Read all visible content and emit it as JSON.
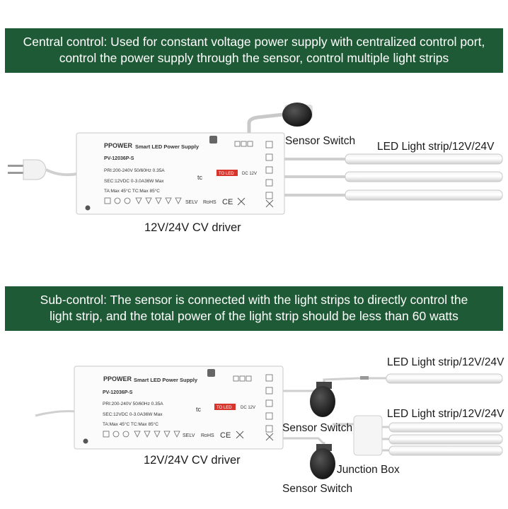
{
  "section_central": {
    "banner_line1": "Central control: Used for constant voltage power supply with centralized control port,",
    "banner_line2": "control the power supply through the sensor, control multiple light strips",
    "sensor_label": "Sensor Switch",
    "strip_label": "LED Light strip/12V/24V",
    "driver_label": "12V/24V CV driver"
  },
  "section_sub": {
    "banner_line1": "Sub-control: The sensor is connected with the light strips to directly control the",
    "banner_line2": "light strip, and the total power of the light strip should be less than 60 watts",
    "strip_label_top": "LED Light strip/12V/24V",
    "strip_label_mid": "LED Light strip/12V/24V",
    "sensor_label_1": "Sensor Switch",
    "junction_label": "Junction Box",
    "sensor_label_2": "Sensor Switch",
    "driver_label": "12V/24V CV driver"
  },
  "driver_box": {
    "brand": "PPOWER",
    "title": "Smart LED Power Supply",
    "model": "PV-12036P-S",
    "pri": "PRI:200-240V 50/60Hz 0.35A",
    "sec": "SEC:12VDC 0-3.0A36W Max",
    "temps": "TA:Max 45°C  TC:Max 85°C",
    "to_led": "TO LED",
    "dc": "DC 12V",
    "tc": "tc",
    "selv": "SELV",
    "rohs": "RoHS",
    "ce": "CE"
  },
  "colors": {
    "banner_bg": "#1e5a35",
    "banner_text": "#ffffff",
    "to_led_bg": "#d9342b"
  }
}
